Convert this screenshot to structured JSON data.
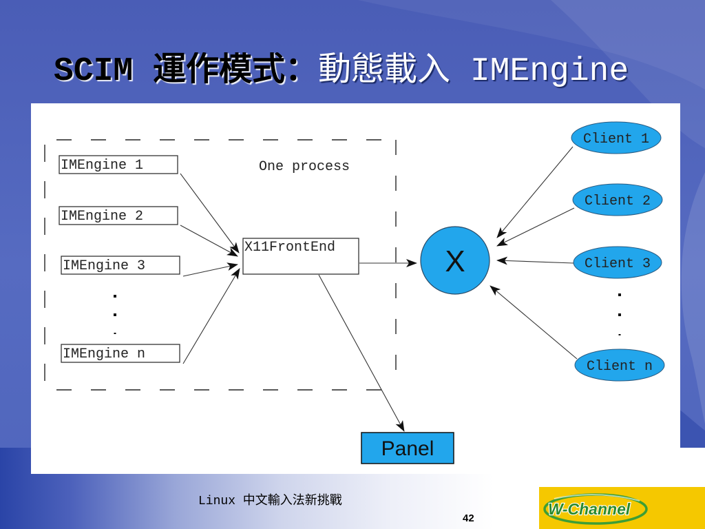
{
  "slide": {
    "title_part1": "SCIM 運作模式：",
    "title_part2": "動態載入 IMEngine",
    "footer_text": "Linux 中文輸入法新挑戰",
    "page_number": "42",
    "logo_text": "W-Channel"
  },
  "diagram": {
    "process_label": "One process",
    "imengines": [
      "IMEngine 1",
      "IMEngine 2",
      "IMEngine 3",
      "IMEngine n"
    ],
    "frontend": "X11FrontEnd",
    "xserver": "X",
    "clients": [
      "Client 1",
      "Client 2",
      "Client 3",
      "Client n"
    ],
    "panel": "Panel"
  },
  "colors": {
    "node_fill": "#22a6ec",
    "logo_yellow": "#f5c800",
    "logo_green": "#2c8a2c"
  }
}
